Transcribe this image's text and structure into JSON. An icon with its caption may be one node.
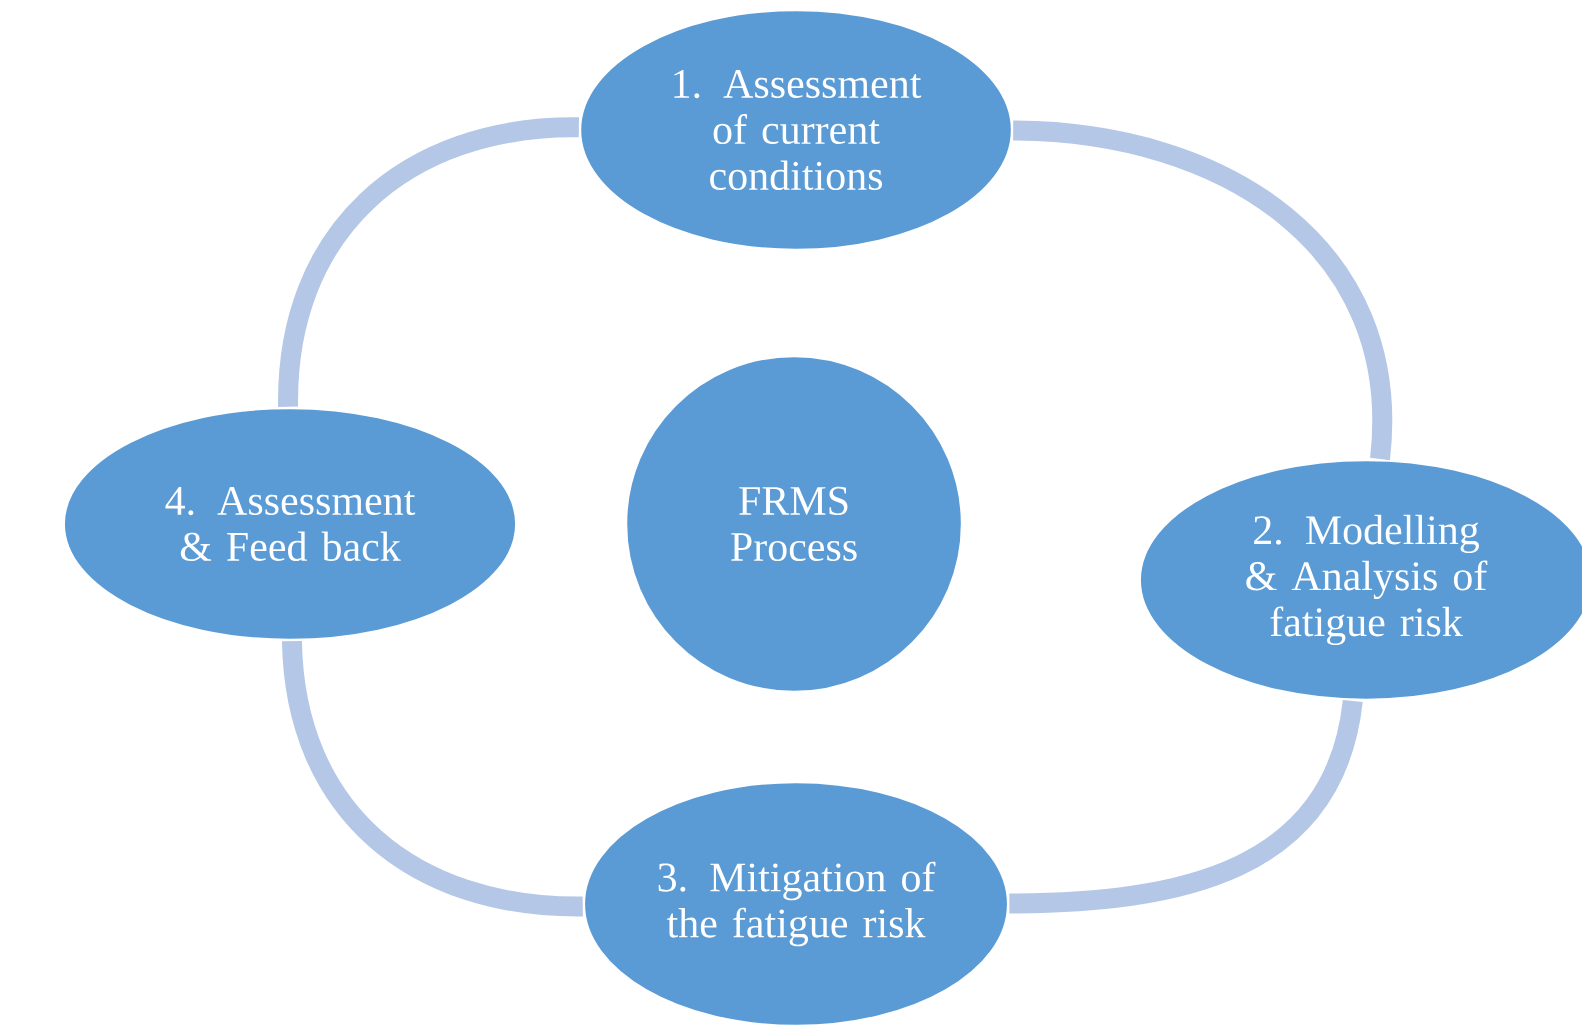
{
  "diagram": {
    "nodes": [
      {
        "text": [
          "1. Assessment of current conditions"
        ]
      },
      {
        "text": [
          "4. Assessment & Feed back"
        ]
      },
      {
        "text": [
          "FRMS Process"
        ]
      },
      {
        "text": [
          "2. Modelling & Analysis of fatigue risk"
        ]
      },
      {
        "text": [
          "3. Mitigation of the fatigue risk"
        ]
      }
    ],
    "edges": [
      {
        "from": 0,
        "to": 3,
        "arrow": "none"
      },
      {
        "from": 3,
        "to": 4,
        "arrow": "none"
      },
      {
        "from": 4,
        "to": 1,
        "arrow": "none"
      },
      {
        "from": 1,
        "to": 0,
        "arrow": "none"
      }
    ]
  }
}
